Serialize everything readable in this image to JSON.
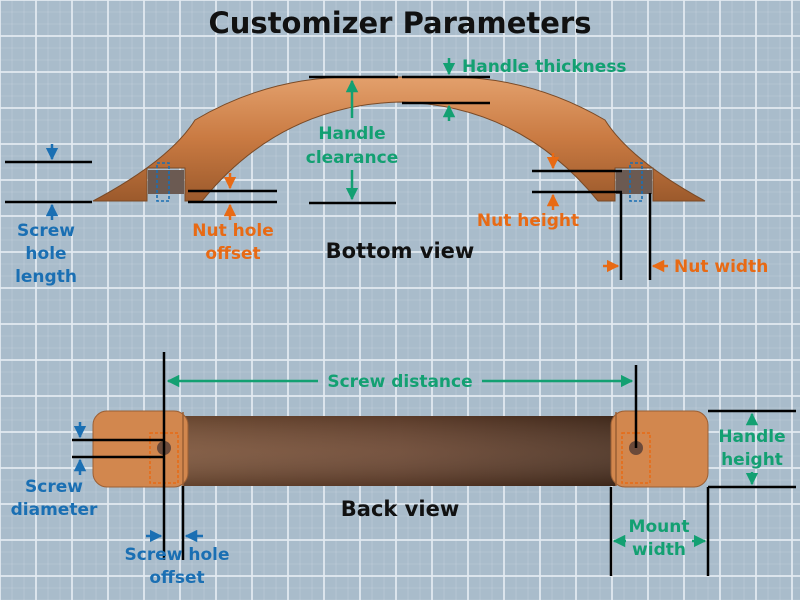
{
  "title": "Customizer Parameters",
  "views": {
    "bottom": "Bottom view",
    "back": "Back view"
  },
  "labels": {
    "handle_thickness": "Handle thickness",
    "handle_clearance": [
      "Handle",
      "clearance"
    ],
    "screw_hole_length": [
      "Screw",
      "hole",
      "length"
    ],
    "nut_hole_offset": [
      "Nut hole",
      "offset"
    ],
    "nut_height": "Nut height",
    "nut_width": "Nut width",
    "screw_distance": "Screw distance",
    "screw_diameter": [
      "Screw",
      "diameter"
    ],
    "screw_hole_offset": [
      "Screw hole",
      "offset"
    ],
    "handle_height": [
      "Handle",
      "height"
    ],
    "mount_width": [
      "Mount",
      "width"
    ]
  },
  "colors": {
    "background": "#a9bccb",
    "grid": "#e4ecf2",
    "handle": "#d2874e",
    "handle_dark": "#5e3e2c",
    "green": "#13a072",
    "blue": "#1a6fb3",
    "orange": "#e86a14",
    "title": "#111111"
  }
}
